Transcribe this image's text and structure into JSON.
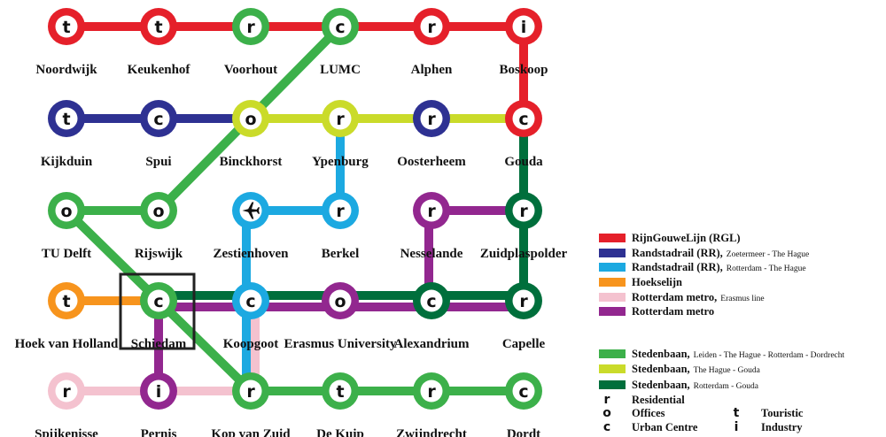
{
  "colors": {
    "rgl": "#e5202a",
    "rr_zoetermeer": "#2e3192",
    "rr_rotterdam": "#1ca9e1",
    "hoekselijn": "#f7941d",
    "metro_erasmus": "#f4c2cf",
    "metro": "#92278f",
    "sb_main": "#3cb04a",
    "sb_gouda": "#cadb2a",
    "sb_gouda_rot": "#006f3c",
    "highlight": "#222222"
  },
  "stations": [
    {
      "id": "noordwijk",
      "name": "Noordwijk",
      "type": "t",
      "color": "rgl"
    },
    {
      "id": "keukenhof",
      "name": "Keukenhof",
      "type": "t",
      "color": "rgl"
    },
    {
      "id": "voorhout",
      "name": "Voorhout",
      "type": "r",
      "color": "sb_main"
    },
    {
      "id": "lumc",
      "name": "LUMC",
      "type": "c",
      "color": "sb_main"
    },
    {
      "id": "alphen",
      "name": "Alphen",
      "type": "r",
      "color": "rgl"
    },
    {
      "id": "boskoop",
      "name": "Boskoop",
      "type": "i",
      "color": "rgl"
    },
    {
      "id": "kijkduin",
      "name": "Kijkduin",
      "type": "t",
      "color": "rr_zoetermeer"
    },
    {
      "id": "spui",
      "name": "Spui",
      "type": "c",
      "color": "rr_zoetermeer"
    },
    {
      "id": "binckhorst",
      "name": "Binckhorst",
      "type": "o",
      "color": "sb_gouda"
    },
    {
      "id": "ypenburg",
      "name": "Ypenburg",
      "type": "r",
      "color": "sb_gouda"
    },
    {
      "id": "oosterheem",
      "name": "Oosterheem",
      "type": "r",
      "color": "rr_zoetermeer"
    },
    {
      "id": "gouda",
      "name": "Gouda",
      "type": "c",
      "color": "rgl"
    },
    {
      "id": "tudelft",
      "name": "TU Delft",
      "type": "o",
      "color": "sb_main"
    },
    {
      "id": "rijswijk",
      "name": "Rijswijk",
      "type": "o",
      "color": "sb_main"
    },
    {
      "id": "zestienhoven",
      "name": "Zestienhoven",
      "type": "plane",
      "color": "rr_rotterdam"
    },
    {
      "id": "berkel",
      "name": "Berkel",
      "type": "r",
      "color": "rr_rotterdam"
    },
    {
      "id": "nesselande",
      "name": "Nesselande",
      "type": "r",
      "color": "metro"
    },
    {
      "id": "zuidplaspolder",
      "name": "Zuidplaspolder",
      "type": "r",
      "color": "sb_gouda_rot"
    },
    {
      "id": "hoek",
      "name": "Hoek van Holland",
      "type": "t",
      "color": "hoekselijn"
    },
    {
      "id": "schiedam",
      "name": "Schiedam",
      "type": "c",
      "color": "sb_main"
    },
    {
      "id": "koopgoot",
      "name": "Koopgoot",
      "type": "c",
      "color": "rr_rotterdam"
    },
    {
      "id": "erasmus",
      "name": "Erasmus University",
      "type": "o",
      "color": "metro"
    },
    {
      "id": "alexandrium",
      "name": "Alexandrium",
      "type": "c",
      "color": "sb_gouda_rot"
    },
    {
      "id": "capelle",
      "name": "Capelle",
      "type": "r",
      "color": "sb_gouda_rot"
    },
    {
      "id": "spijkenisse",
      "name": "Spijkenisse",
      "type": "r",
      "color": "metro_erasmus"
    },
    {
      "id": "pernis",
      "name": "Pernis",
      "type": "i",
      "color": "metro"
    },
    {
      "id": "kopvanzuid",
      "name": "Kop van Zuid",
      "type": "r",
      "color": "sb_main"
    },
    {
      "id": "dekuip",
      "name": "De Kuip",
      "type": "t",
      "color": "sb_main"
    },
    {
      "id": "zwijndrecht",
      "name": "Zwijndrecht",
      "type": "r",
      "color": "sb_main"
    },
    {
      "id": "dordt",
      "name": "Dordt",
      "type": "c",
      "color": "sb_main"
    }
  ],
  "highlighted_station": "schiedam",
  "legend": {
    "lines": [
      {
        "color": "rgl",
        "name": "RijnGouweLijn (RGL)",
        "note": ""
      },
      {
        "color": "rr_zoetermeer",
        "name": "Randstadrail (RR),",
        "note": "Zoetermeer - The Hague"
      },
      {
        "color": "rr_rotterdam",
        "name": "Randstadrail (RR),",
        "note": "Rotterdam - The Hague"
      },
      {
        "color": "hoekselijn",
        "name": "Hoekselijn",
        "note": ""
      },
      {
        "color": "metro_erasmus",
        "name": "Rotterdam metro,",
        "note": "Erasmus line"
      },
      {
        "color": "metro",
        "name": "Rotterdam metro",
        "note": ""
      }
    ],
    "stedenbaan": [
      {
        "color": "sb_main",
        "name": "Stedenbaan,",
        "note": "Leiden - The Hague - Rotterdam - Dordrecht"
      },
      {
        "color": "sb_gouda",
        "name": "Stedenbaan,",
        "note": "The Hague - Gouda"
      },
      {
        "color": "sb_gouda_rot",
        "name": "Stedenbaan,",
        "note": "Rotterdam - Gouda"
      }
    ],
    "types": [
      {
        "key": "r",
        "label": "Residential"
      },
      {
        "key": "o",
        "label": "Offices"
      },
      {
        "key": "c",
        "label": "Urban Centre"
      },
      {
        "key": "t",
        "label": "Touristic"
      },
      {
        "key": "i",
        "label": "Industry"
      }
    ]
  }
}
